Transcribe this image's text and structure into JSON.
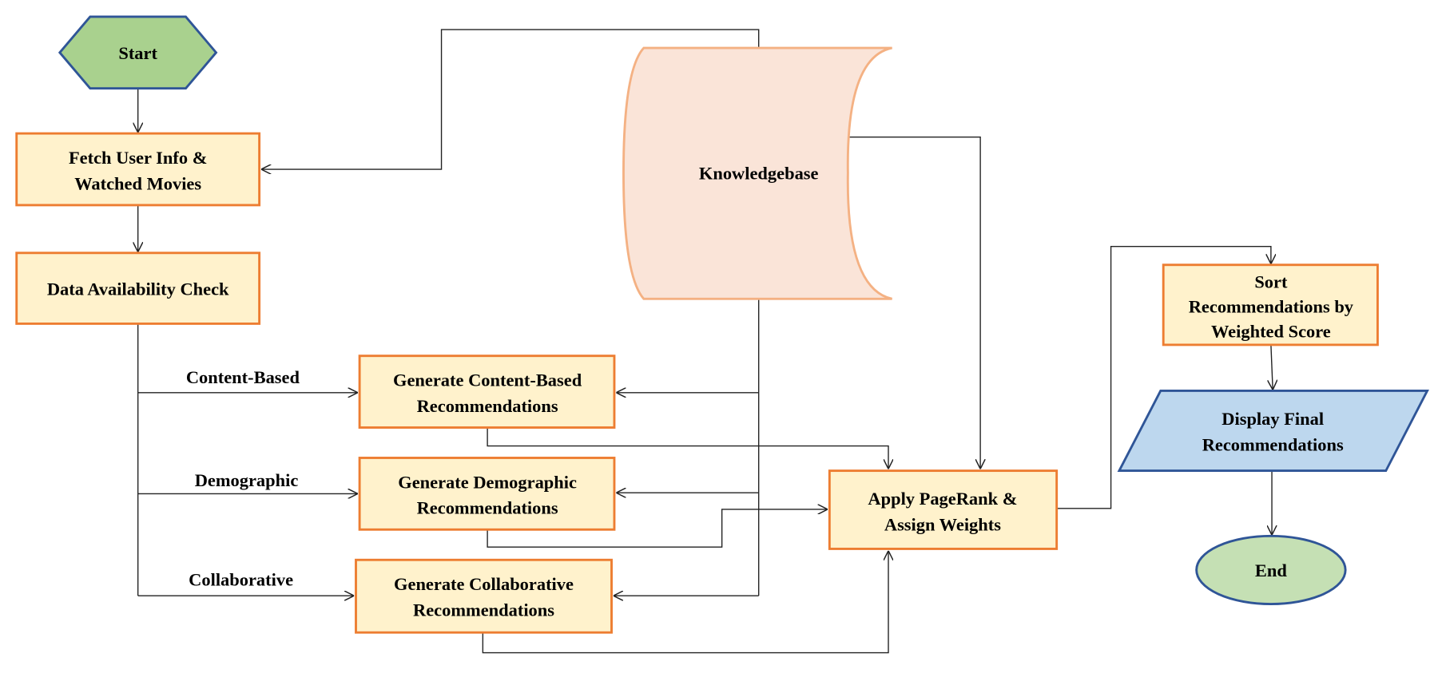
{
  "nodes": {
    "start": "Start",
    "fetch": [
      "Fetch User Info &",
      "Watched Movies"
    ],
    "check": "Data Availability Check",
    "knowledgebase": "Knowledgebase",
    "content": [
      "Generate Content-Based",
      "Recommendations"
    ],
    "demographic": [
      "Generate Demographic",
      "Recommendations"
    ],
    "collaborative": [
      "Generate Collaborative",
      "Recommendations"
    ],
    "pagerank": [
      "Apply PageRank &",
      "Assign Weights"
    ],
    "sort": [
      "Sort",
      "Recommendations by",
      "Weighted Score"
    ],
    "display": [
      "Display Final",
      "Recommendations"
    ],
    "end": "End"
  },
  "edge_labels": {
    "content": "Content-Based",
    "demographic": "Demographic",
    "collaborative": "Collaborative"
  },
  "colors": {
    "process_fill": "#fff2cc",
    "process_stroke": "#ed7d31",
    "terminal_fill": "#a9d18e",
    "end_fill": "#c5e0b4",
    "terminal_stroke": "#2f5597",
    "io_fill": "#bdd7ee",
    "db_fill": "#fae4d8",
    "db_stroke": "#f4b183"
  }
}
